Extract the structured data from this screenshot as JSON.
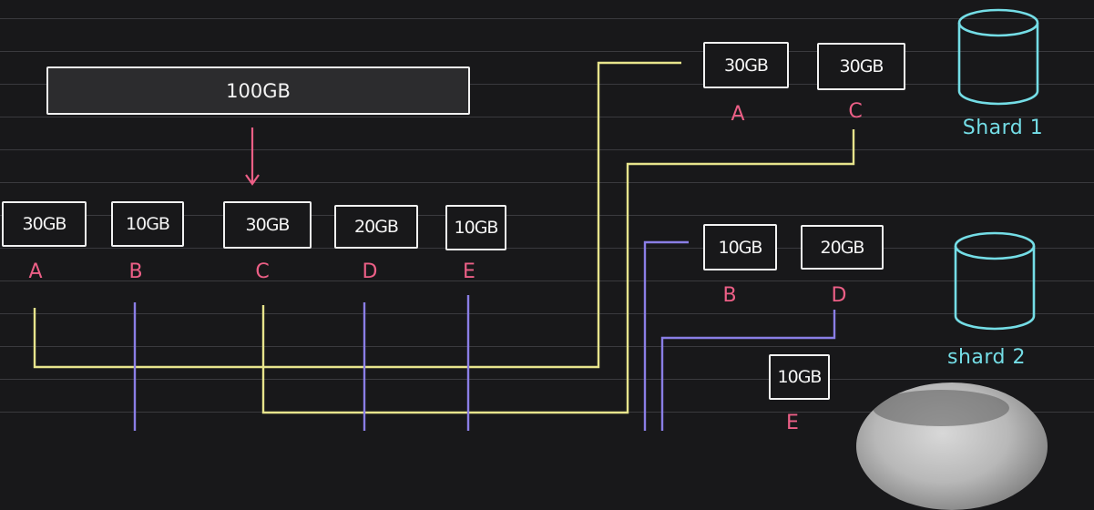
{
  "source_block": {
    "size": "100GB"
  },
  "chunks": [
    {
      "size": "30GB",
      "label": "A"
    },
    {
      "size": "10GB",
      "label": "B"
    },
    {
      "size": "30GB",
      "label": "C"
    },
    {
      "size": "20GB",
      "label": "D"
    },
    {
      "size": "10GB",
      "label": "E"
    }
  ],
  "shard1": {
    "name": "Shard 1",
    "chunks": [
      {
        "size": "30GB",
        "label": "A"
      },
      {
        "size": "30GB",
        "label": "C"
      }
    ]
  },
  "shard2": {
    "name": "shard 2",
    "chunks": [
      {
        "size": "10GB",
        "label": "B"
      },
      {
        "size": "20GB",
        "label": "D"
      },
      {
        "size": "10GB",
        "label": "E"
      }
    ]
  },
  "colors": {
    "background": "#18181a",
    "rule_lines": "#3a3a3e",
    "box_border": "#f2f2f2",
    "chunk_label": "#ec5f86",
    "shard_color": "#74dde6",
    "shard1_wire": "#e7e48c",
    "shard2_wire": "#8a7ee6",
    "arrow": "#ec5f86"
  }
}
